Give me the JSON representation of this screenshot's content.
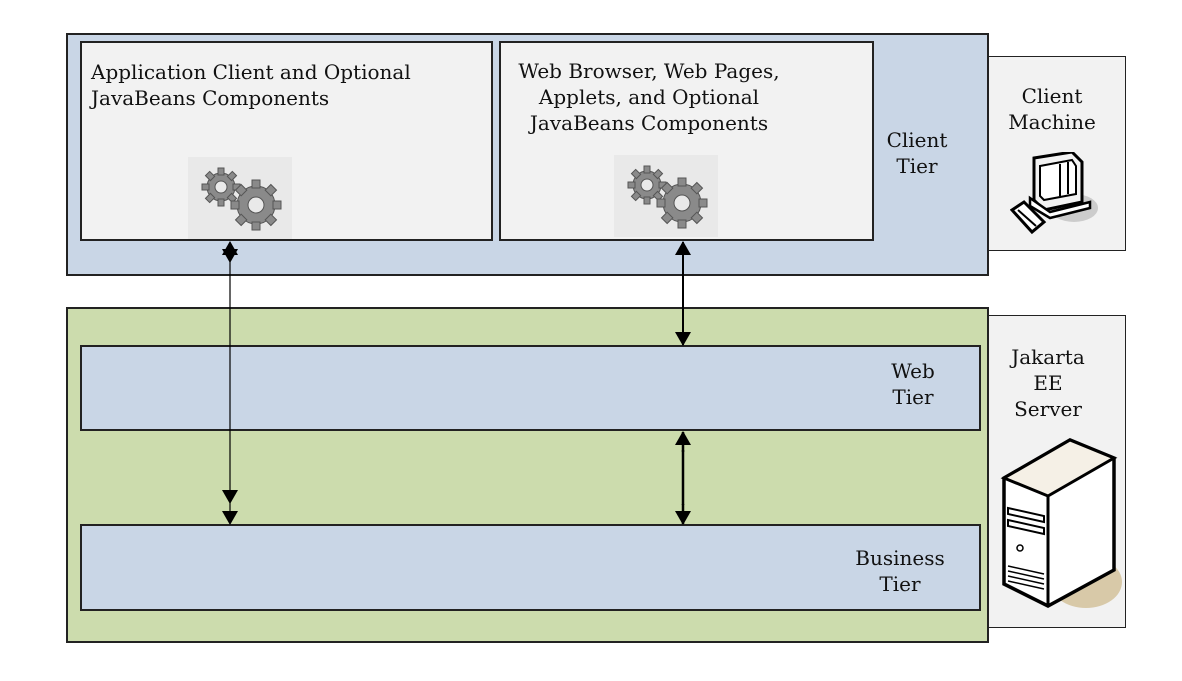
{
  "client_tier": {
    "label": "Client\nTier"
  },
  "client_machine": {
    "label": "Client\nMachine",
    "icon": "desktop-computer-icon"
  },
  "app_client": {
    "label": "Application Client and Optional\n    JavaBeans Components",
    "icon": "gears-icon"
  },
  "web_browser": {
    "label": "Web Browser, Web Pages,\nApplets, and Optional\nJavaBeans Components",
    "icon": "gears-icon"
  },
  "web_tier": {
    "label": "Web\nTier"
  },
  "business_tier": {
    "label": "Business\nTier"
  },
  "jee_server": {
    "label": "Jakarta\nEE\nServer",
    "icon": "server-tower-icon"
  },
  "colors": {
    "tier_blue": "#c9d6e6",
    "server_green": "#ccdcad",
    "component_gray": "#f2f2f2"
  }
}
